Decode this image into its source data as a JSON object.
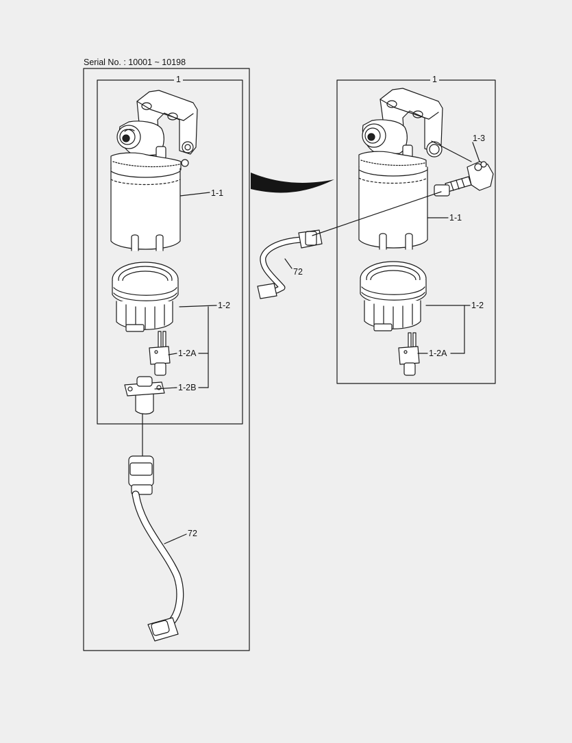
{
  "header": {
    "serial": "Serial No. : 10001 ~ 10198"
  },
  "left_group": {
    "assembly_label": "1",
    "labels": {
      "filter_element": "1-1",
      "filter_bowl": "1-2",
      "sensor_a": "1-2A",
      "sensor_b": "1-2B",
      "harness": "72"
    }
  },
  "right_group": {
    "assembly_label": "1",
    "labels": {
      "fitting": "1-3",
      "filter_element": "1-1",
      "filter_bowl": "1-2",
      "sensor_a": "1-2A",
      "harness": "72"
    }
  },
  "colors": {
    "line": "#1a1a1a",
    "background": "#efefef",
    "arrow": "#151515"
  }
}
